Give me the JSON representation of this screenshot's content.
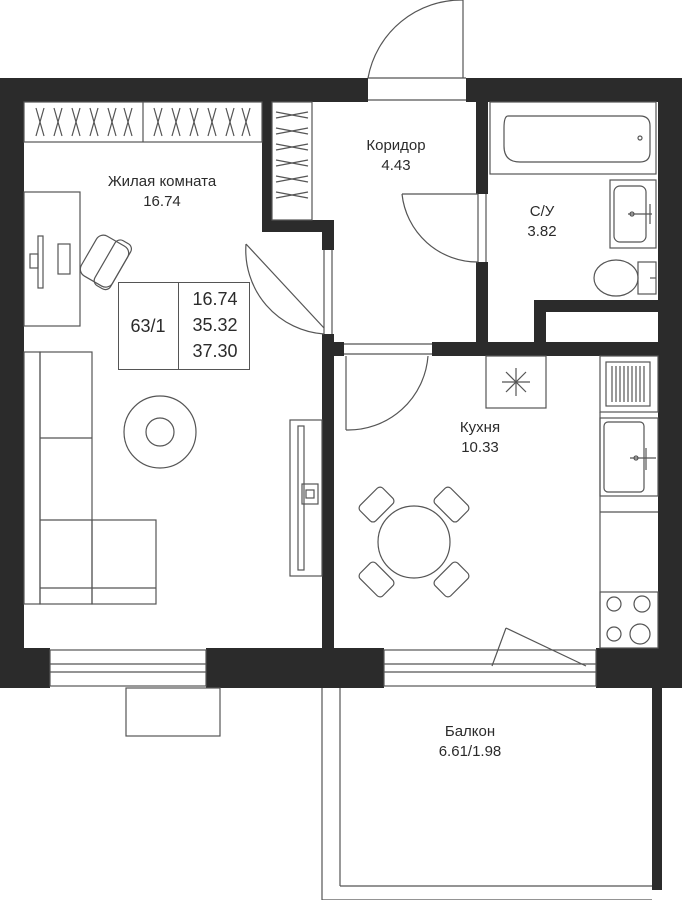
{
  "rooms": {
    "living": {
      "name": "Жилая комната",
      "area": "16.74"
    },
    "corridor": {
      "name": "Коридор",
      "area": "4.43"
    },
    "bathroom": {
      "name": "С/У",
      "area": "3.82"
    },
    "kitchen": {
      "name": "Кухня",
      "area": "10.33"
    },
    "balcony": {
      "name": "Балкон",
      "area": "6.61/1.98"
    }
  },
  "summary": {
    "apartment_code": "63/1",
    "living_area": "16.74",
    "total_area": "35.32",
    "total_with_balcony": "37.30"
  },
  "colors": {
    "wall": "#2b2b2b",
    "line": "#555555",
    "background": "#ffffff"
  },
  "icons": [
    "wardrobe-icon",
    "desk-icon",
    "monitor-icon",
    "chair-icon",
    "sofa-icon",
    "round-rug-icon",
    "tv-stand-icon",
    "bathtub-icon",
    "sink-icon",
    "toilet-icon",
    "fridge-icon",
    "stove-icon",
    "hood-icon",
    "dining-table-icon",
    "door-swing-icon",
    "window-icon"
  ]
}
